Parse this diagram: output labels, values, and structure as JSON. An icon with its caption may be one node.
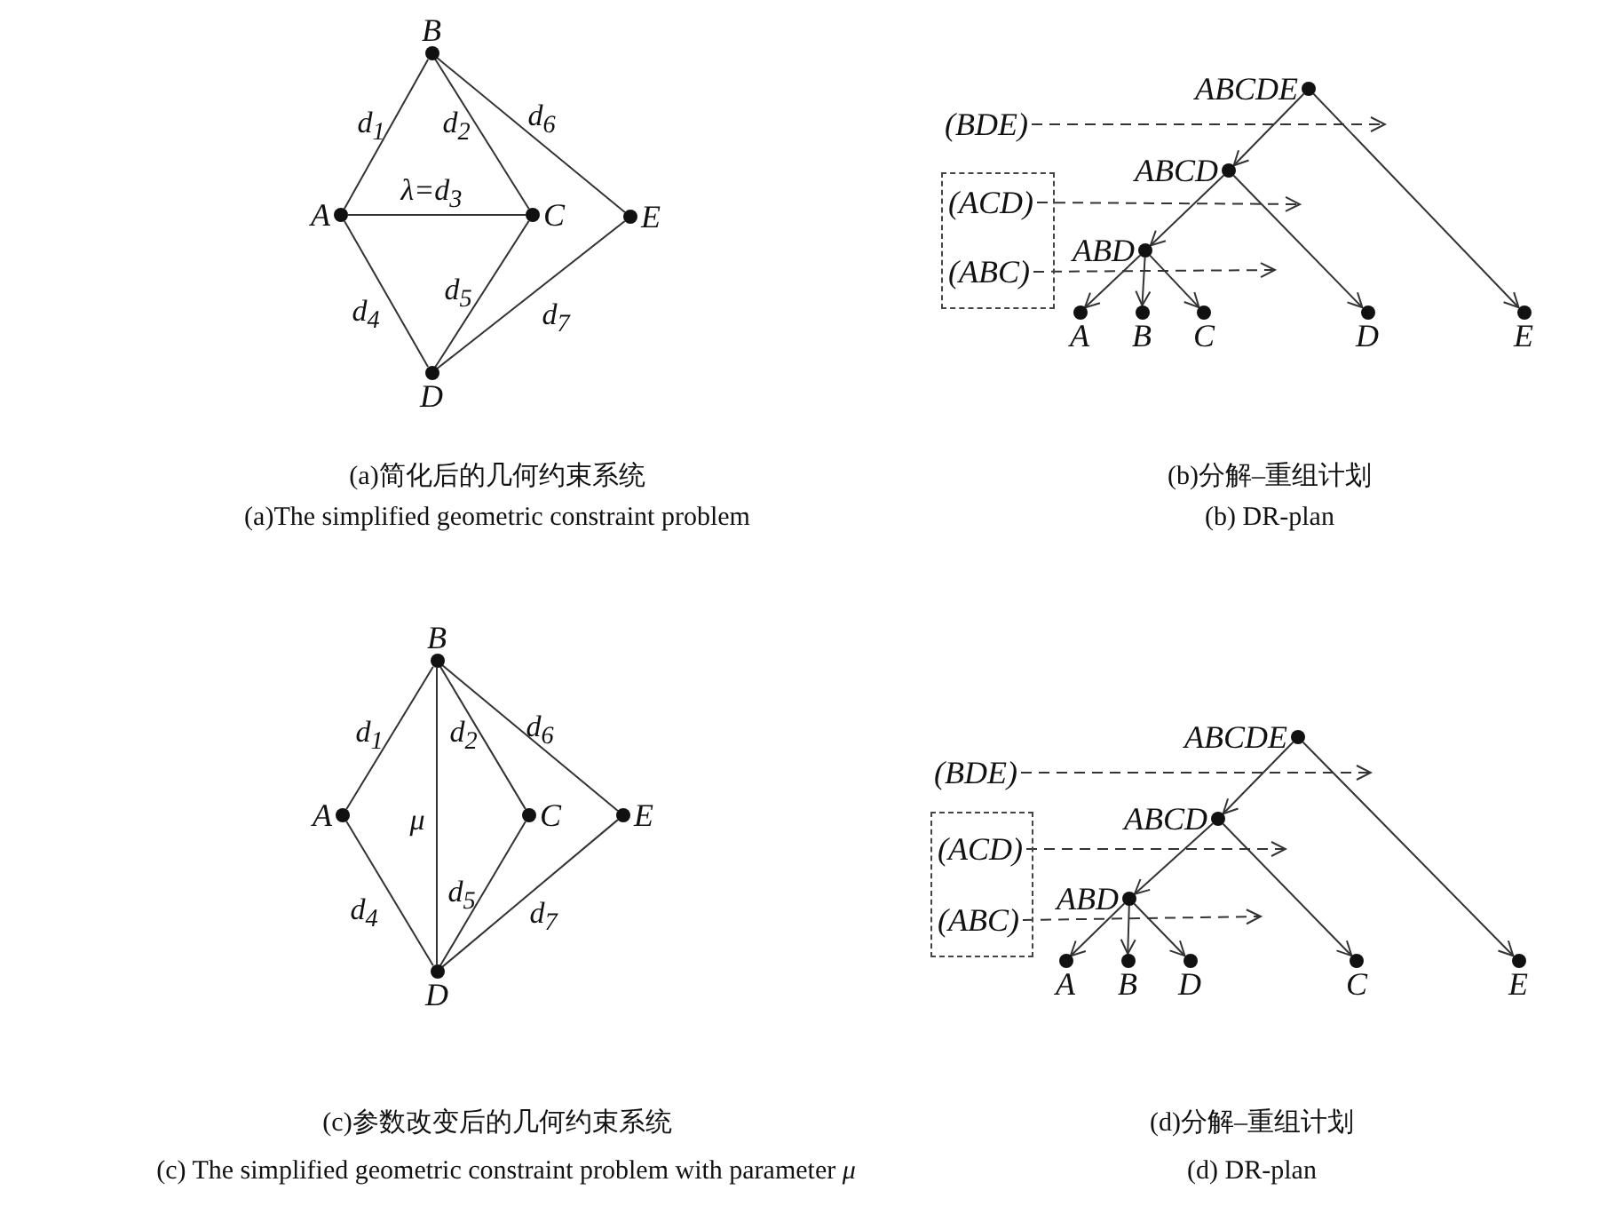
{
  "diagram": {
    "nodes": [
      {
        "text": [
          "B"
        ]
      },
      {
        "text": [
          "A"
        ]
      },
      {
        "text": [
          "C"
        ]
      },
      {
        "text": [
          "E"
        ]
      },
      {
        "text": [
          "D"
        ]
      },
      {
        "text": [
          "ABCDE"
        ]
      },
      {
        "text": [
          "(BDE)"
        ]
      },
      {
        "text": [
          "ABCD"
        ]
      },
      {
        "text": [],
        "shape": "box"
      },
      {
        "text": [
          "(ACD)"
        ],
        "in": 8
      },
      {
        "text": [
          "ABD"
        ]
      },
      {
        "text": [
          "(ABC)"
        ],
        "in": 8
      },
      {
        "text": [
          "A"
        ]
      },
      {
        "text": [
          "B"
        ]
      },
      {
        "text": [
          "C"
        ]
      },
      {
        "text": [
          "D"
        ]
      },
      {
        "text": [
          "E"
        ]
      },
      {
        "text": [
          "B"
        ]
      },
      {
        "text": [
          "A"
        ]
      },
      {
        "text": [
          "C"
        ]
      },
      {
        "text": [
          "E"
        ]
      },
      {
        "text": [
          "D"
        ]
      },
      {
        "text": [
          "ABCDE"
        ]
      },
      {
        "text": [
          "(BDE)"
        ]
      },
      {
        "text": [
          "ABCD"
        ]
      },
      {
        "text": [],
        "shape": "box"
      },
      {
        "text": [
          "(ACD)"
        ],
        "in": 25
      },
      {
        "text": [
          "ABD"
        ]
      },
      {
        "text": [
          "(ABC)"
        ],
        "in": 25
      },
      {
        "text": [
          "A"
        ]
      },
      {
        "text": [
          "B"
        ]
      },
      {
        "text": [
          "D"
        ]
      },
      {
        "text": [
          "C"
        ]
      },
      {
        "text": [
          "E"
        ]
      }
    ],
    "edges": [
      {
        "from": 0,
        "to": 1,
        "arrow": "none",
        "label": "d$_{1}$"
      },
      {
        "from": 0,
        "to": 2,
        "arrow": "none",
        "label": "d$_{2}$"
      },
      {
        "from": 1,
        "to": 2,
        "arrow": "none",
        "label": "λ=d$_{3}$"
      },
      {
        "from": 1,
        "to": 4,
        "arrow": "none",
        "label": "d$_{4}$"
      },
      {
        "from": 2,
        "to": 4,
        "arrow": "none",
        "label": "d$_{5}$"
      },
      {
        "from": 0,
        "to": 3,
        "arrow": "none",
        "label": "d$_{6}$"
      },
      {
        "from": 4,
        "to": 3,
        "arrow": "none",
        "label": "d$_{7}$"
      },
      {
        "from": 5,
        "to": 7,
        "arrow": "to"
      },
      {
        "from": 5,
        "to": 16,
        "arrow": "to"
      },
      {
        "from": 7,
        "to": 10,
        "arrow": "to"
      },
      {
        "from": 7,
        "to": 15,
        "arrow": "to"
      },
      {
        "from": 10,
        "to": 12,
        "arrow": "to"
      },
      {
        "from": 10,
        "to": 13,
        "arrow": "to"
      },
      {
        "from": 10,
        "to": 14,
        "arrow": "to"
      },
      {
        "from": 6,
        "to": null,
        "arrow": "to",
        "style": "dashed"
      },
      {
        "from": 9,
        "to": null,
        "arrow": "to",
        "style": "dashed"
      },
      {
        "from": 11,
        "to": null,
        "arrow": "to",
        "style": "dashed"
      },
      {
        "from": 17,
        "to": 18,
        "arrow": "none",
        "label": "d$_{1}$"
      },
      {
        "from": 17,
        "to": 21,
        "arrow": "none",
        "label": "μ"
      },
      {
        "from": 17,
        "to": 19,
        "arrow": "none",
        "label": "d$_{2}$"
      },
      {
        "from": 17,
        "to": 20,
        "arrow": "none",
        "label": "d$_{6}$"
      },
      {
        "from": 18,
        "to": 21,
        "arrow": "none",
        "label": "d$_{4}$"
      },
      {
        "from": 19,
        "to": 21,
        "arrow": "none",
        "label": "d$_{5}$"
      },
      {
        "from": 21,
        "to": 20,
        "arrow": "none",
        "label": "d$_{7}$"
      },
      {
        "from": 22,
        "to": 24,
        "arrow": "to"
      },
      {
        "from": 22,
        "to": 33,
        "arrow": "to"
      },
      {
        "from": 24,
        "to": 27,
        "arrow": "to"
      },
      {
        "from": 24,
        "to": 32,
        "arrow": "to"
      },
      {
        "from": 27,
        "to": 29,
        "arrow": "to"
      },
      {
        "from": 27,
        "to": 30,
        "arrow": "to"
      },
      {
        "from": 27,
        "to": 31,
        "arrow": "to"
      },
      {
        "from": 23,
        "to": null,
        "arrow": "to",
        "style": "dashed"
      },
      {
        "from": 26,
        "to": null,
        "arrow": "to",
        "style": "dashed"
      },
      {
        "from": 28,
        "to": null,
        "arrow": "to",
        "style": "dashed"
      }
    ],
    "labels": [
      "(a)简化后的几何约束系统",
      "(a)The simplified geometric constraint problem",
      "(b)分解–重组计划",
      "(b) DR-plan",
      "(c)参数改变后的几何约束系统",
      "(c) The simplified geometric constraint problem with parameter *μ*",
      "(d)分解–重组计划",
      "(d) DR-plan"
    ]
  }
}
